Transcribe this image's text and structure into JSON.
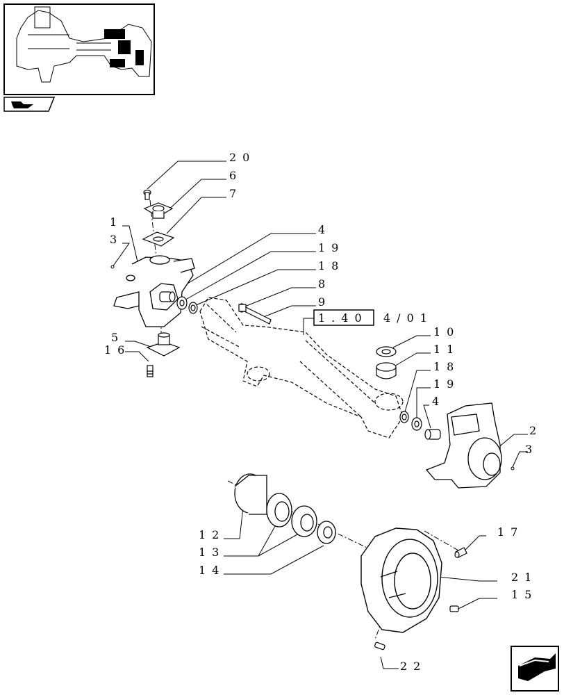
{
  "ref_box": {
    "label": "1.40",
    "suffix": "4/01"
  },
  "callouts": [
    "20",
    "6",
    "7",
    "1",
    "3",
    "4",
    "19",
    "18",
    "8",
    "9",
    "5",
    "16",
    "10",
    "11",
    "18",
    "19",
    "4",
    "2",
    "3",
    "12",
    "13",
    "14",
    "17",
    "21",
    "15",
    "22"
  ],
  "icons": {
    "thumbnail": "axle-overview-thumbnail",
    "book": "manual-book-icon",
    "nav": "next-page-arrow-icon"
  }
}
